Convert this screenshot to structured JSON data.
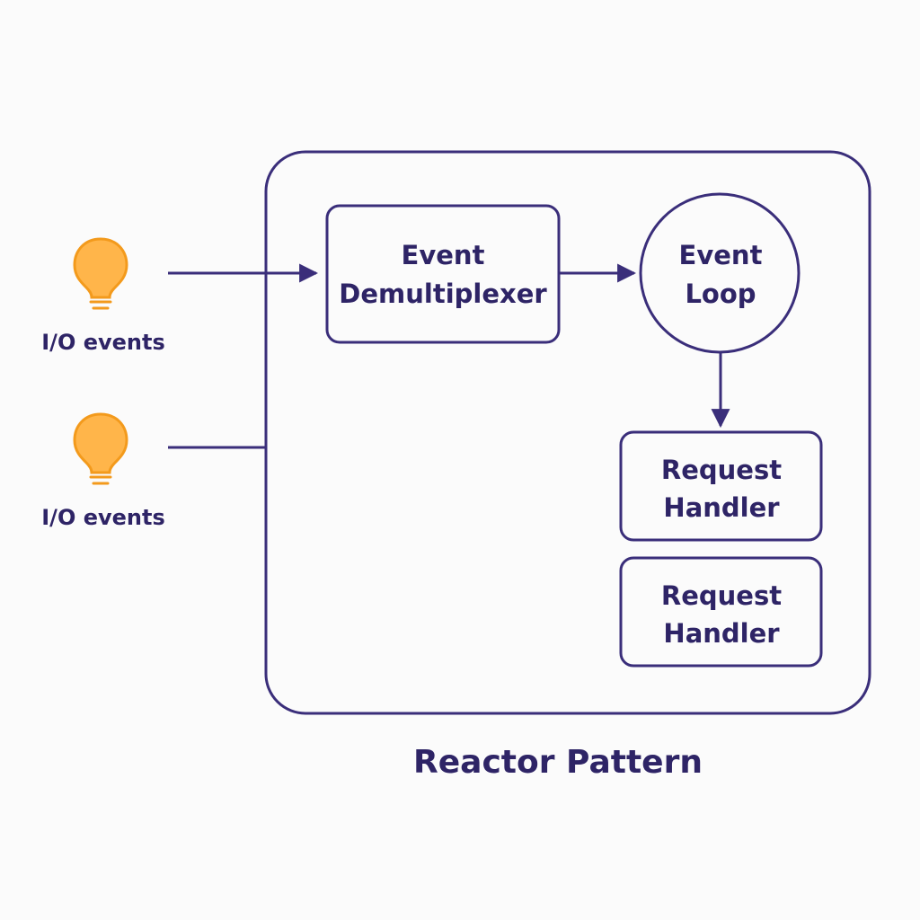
{
  "diagram": {
    "title": "Reactor Pattern",
    "sources": [
      {
        "label": "I/O events",
        "icon": "lightbulb-icon"
      },
      {
        "label": "I/O events",
        "icon": "lightbulb-icon"
      }
    ],
    "nodes": {
      "demux": {
        "line1": "Event",
        "line2": "Demultiplexer"
      },
      "loop": {
        "line1": "Event",
        "line2": "Loop"
      },
      "handler1": {
        "line1": "Request",
        "line2": "Handler"
      },
      "handler2": {
        "line1": "Request",
        "line2": "Handler"
      }
    },
    "colors": {
      "stroke": "#3a2e7a",
      "text": "#2e2466",
      "bulb_fill": "#ffb54a",
      "bulb_stroke": "#f39a1c",
      "background": "#fbfbfb"
    }
  }
}
